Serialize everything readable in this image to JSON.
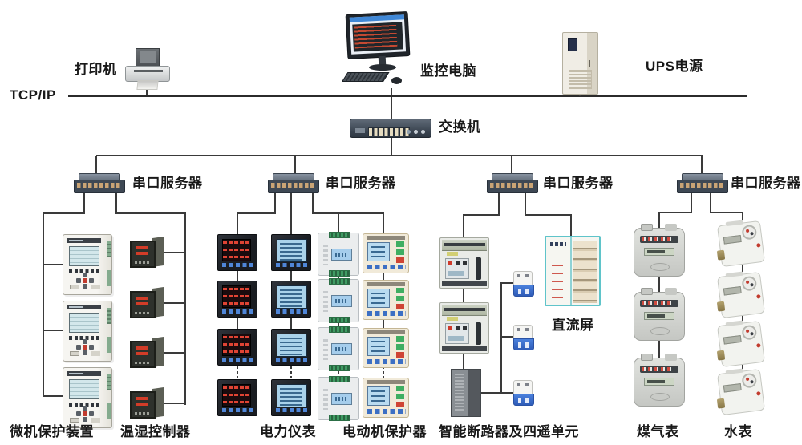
{
  "diagram": {
    "backbone": {
      "label": "TCP/IP",
      "printer": {
        "label": "打印机"
      },
      "computer": {
        "label": "监控电脑"
      },
      "ups": {
        "label": "UPS电源"
      },
      "switch": {
        "label": "交换机"
      }
    },
    "serial_servers": [
      {
        "label": "串口服务器"
      },
      {
        "label": "串口服务器"
      },
      {
        "label": "串口服务器"
      },
      {
        "label": "串口服务器"
      }
    ],
    "groups": {
      "protection_relay": {
        "label": "微机保护装置",
        "device_count": 3
      },
      "temp_humidity": {
        "label": "温湿控制器",
        "device_count": 4
      },
      "power_meter": {
        "label": "电力仪表",
        "device_count": 8
      },
      "motor_protector": {
        "label": "电动机保护器",
        "device_count": 8
      },
      "smart_breaker": {
        "label": "智能断路器及四遥单元",
        "air_breaker_count": 2,
        "mini_breaker_count": 3,
        "telemetry_unit_count": 1
      },
      "dc_panel": {
        "label": "直流屏"
      },
      "gas_meter": {
        "label": "煤气表",
        "device_count": 3
      },
      "water_meter": {
        "label": "水表",
        "device_count": 4
      }
    },
    "colors": {
      "line": "#3a3a3a",
      "label_text": "#191919",
      "server_body": "#3e4854",
      "port_amber": "#caa475",
      "lcd_blue": "#a9d2ea",
      "led_red": "#e04434",
      "breaker_blue": "#4a80dc",
      "terminal_green": "#3f9b63",
      "dc_panel_teal": "#5fc4ca"
    }
  }
}
